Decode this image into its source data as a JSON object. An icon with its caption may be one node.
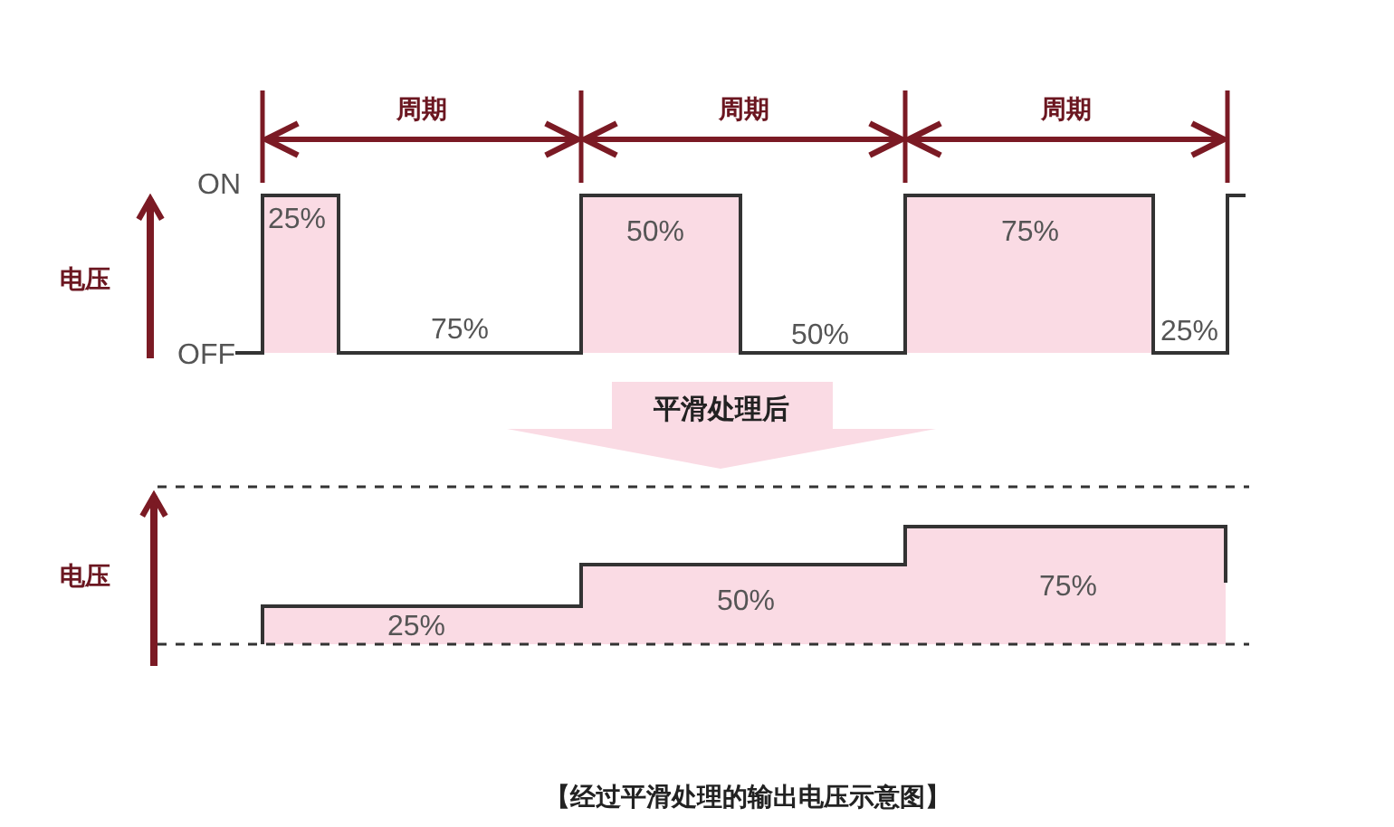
{
  "diagram": {
    "caption": "【经过平滑处理的输出电压示意图】",
    "nodes": [
      {
        "text": [
          "平滑处理后"
        ]
      }
    ],
    "labels": [
      "周期",
      "周期",
      "周期",
      "ON",
      "25%",
      "50%",
      "75%",
      "电压",
      "OFF",
      "75%",
      "50%",
      "25%",
      "电压",
      "25%",
      "50%",
      "75%"
    ]
  }
}
